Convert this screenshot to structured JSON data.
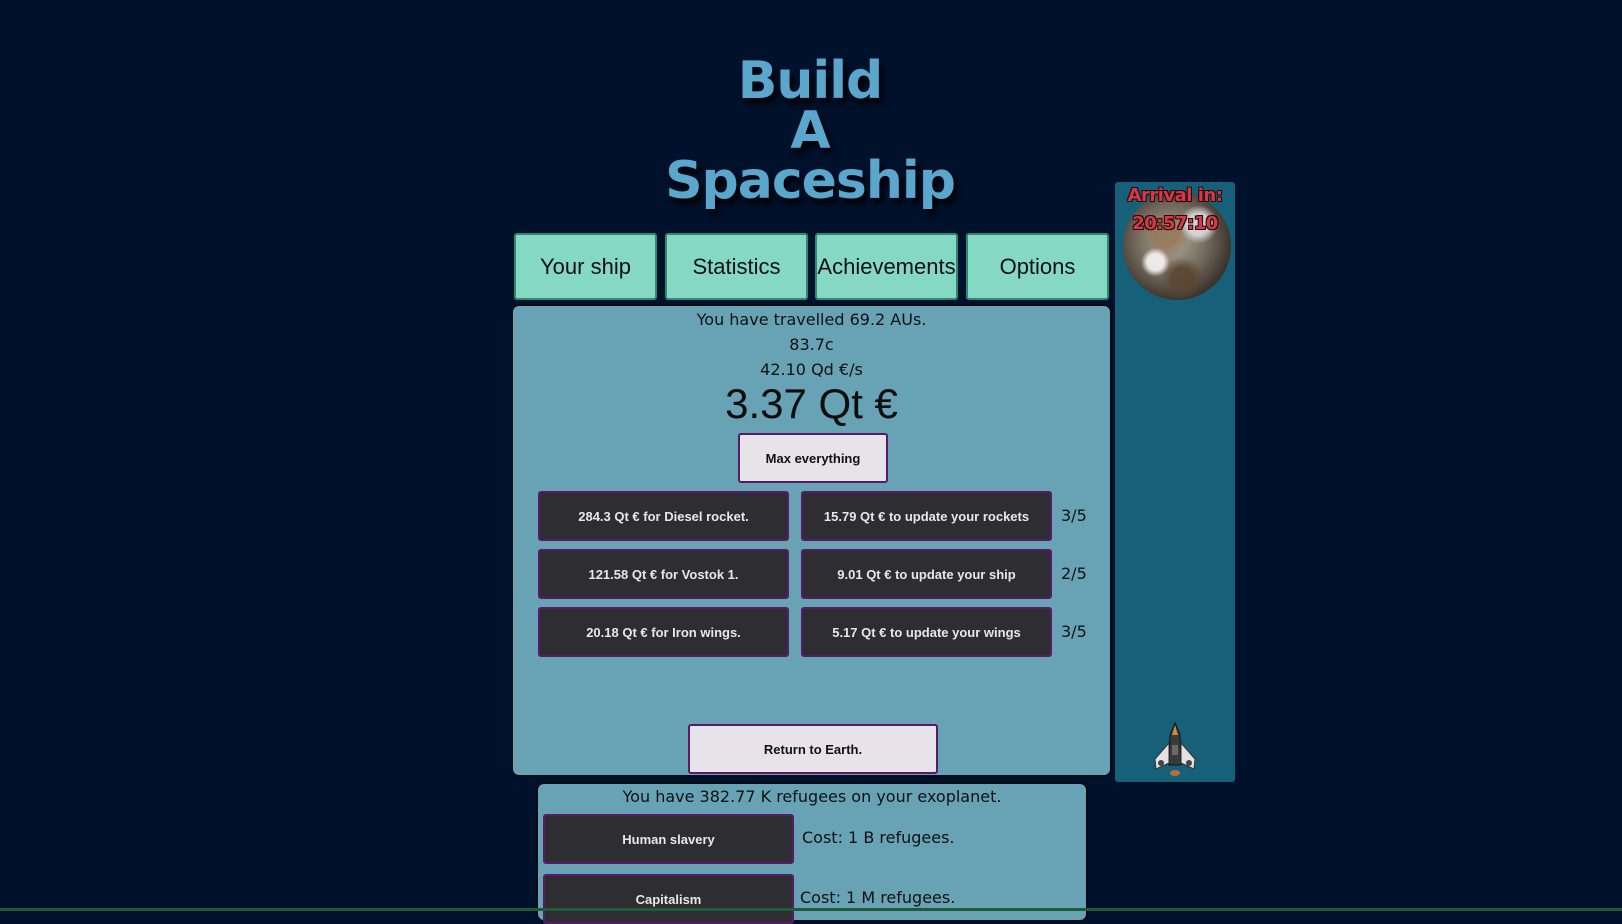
{
  "app": {
    "title_line1": "Build",
    "title_line2": "A Spaceship"
  },
  "tabs": [
    {
      "label": "Your ship"
    },
    {
      "label": "Statistics"
    },
    {
      "label": "Achievements"
    },
    {
      "label": "Options"
    }
  ],
  "stats": {
    "travelled": "You have travelled 69.2 AUs.",
    "speed": "83.7c",
    "income": "42.10 Qd €/s",
    "money": "3.37 Qt €"
  },
  "max_button": "Max everything",
  "upgrades": [
    {
      "buy_label": "284.3 Qt € for Diesel rocket.",
      "update_label": "15.79 Qt € to update your rockets",
      "level": "3/5"
    },
    {
      "buy_label": "121.58 Qt € for Vostok 1.",
      "update_label": "9.01 Qt € to update your ship",
      "level": "2/5"
    },
    {
      "buy_label": "20.18 Qt € for Iron wings.",
      "update_label": "5.17 Qt € to update your wings",
      "level": "3/5"
    }
  ],
  "return_button": "Return to Earth.",
  "refugees": {
    "summary": "You have 382.77 K refugees on your exoplanet.",
    "policies": [
      {
        "label": "Human slavery",
        "cost": "Cost: 1 B refugees."
      },
      {
        "label": "Capitalism",
        "cost": "Cost: 1 M refugees."
      }
    ]
  },
  "arrival": {
    "label": "Arrival in:",
    "time": "20:57:10"
  },
  "icons": {
    "planet": "planet-icon",
    "ship": "spaceship-icon"
  },
  "colors": {
    "background": "#00112b",
    "title": "#5ba6cc",
    "tab": "#85d9c4",
    "panel": "#68a2b5",
    "side_panel": "#17607a",
    "dark_button": "#2e2d31",
    "button_border": "#5a1a6a",
    "arrival_text": "#d23a4a"
  }
}
